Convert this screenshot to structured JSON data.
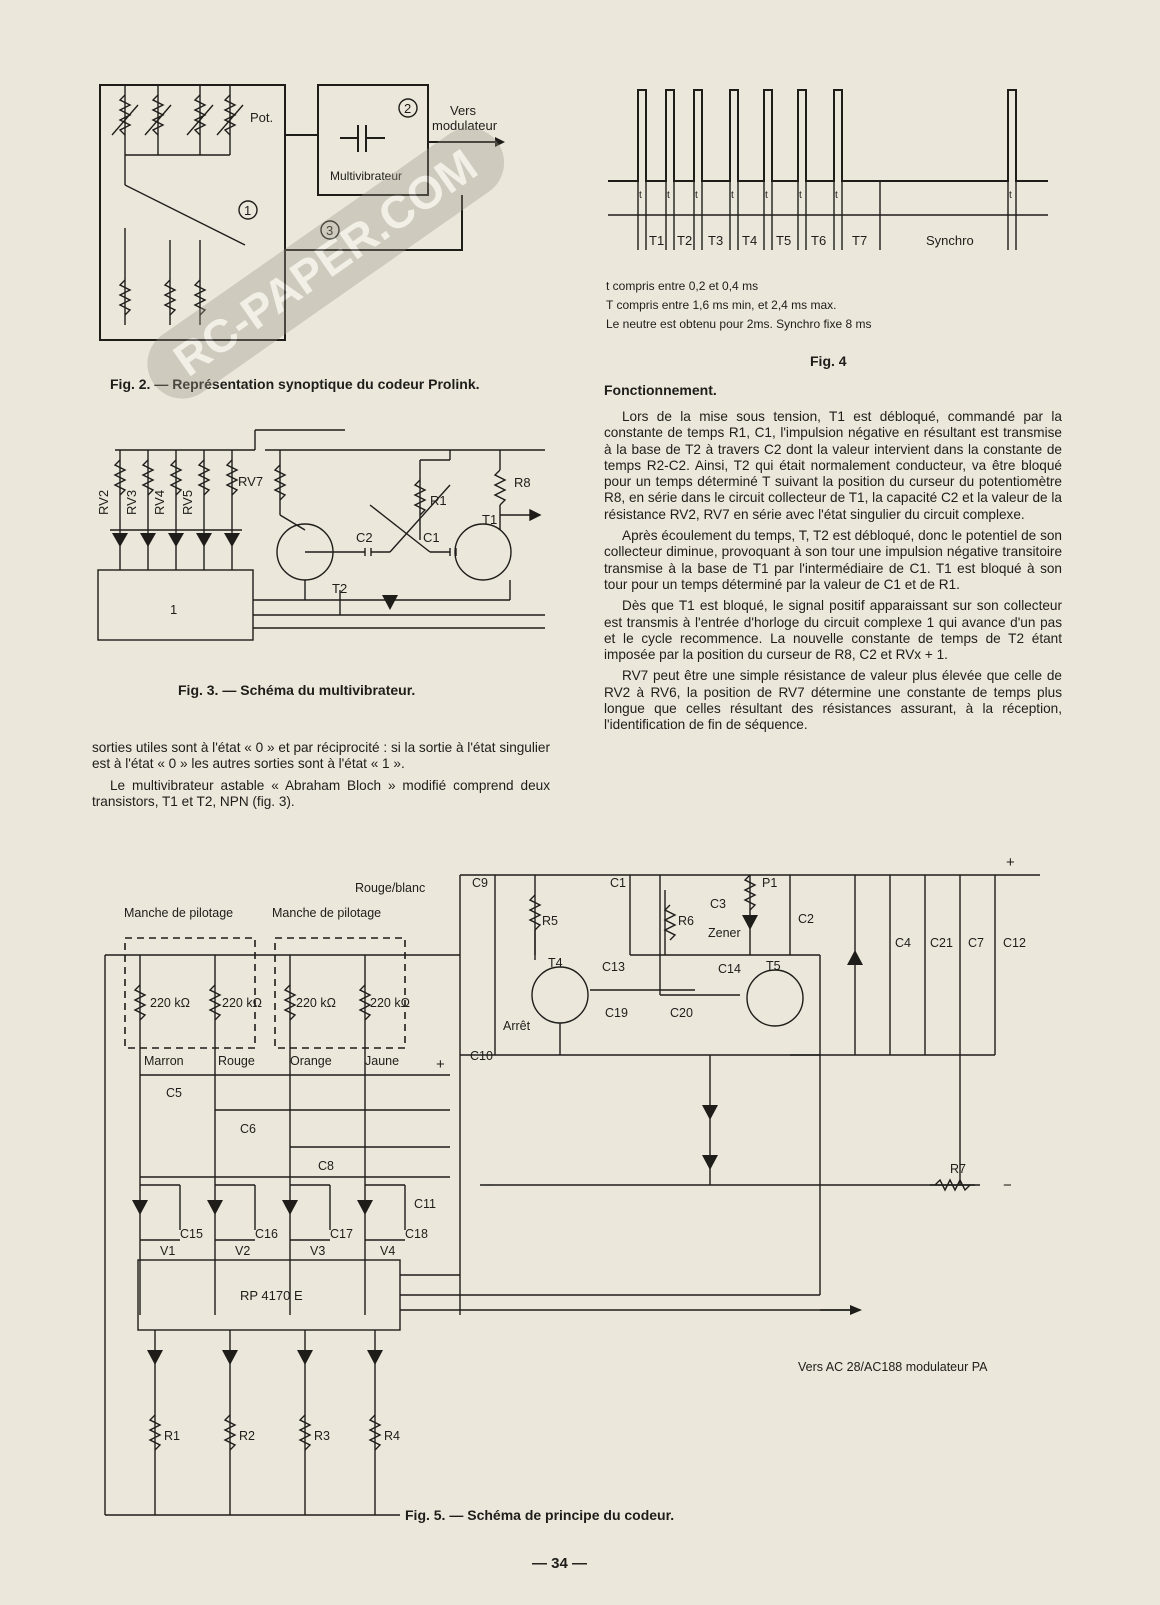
{
  "fig2": {
    "caption": "Fig. 2. — Représentation synoptique du codeur Prolink.",
    "label_pot": "Pot.",
    "label_multivibrateur": "Multivibrateur",
    "label_vers": "Vers",
    "label_modulateur": "modulateur",
    "node_1": "1",
    "node_2": "2",
    "node_3": "3"
  },
  "fig3": {
    "caption": "Fig. 3. — Schéma du multivibrateur.",
    "rv_labels": [
      "RV2",
      "RV3",
      "RV4",
      "RV5"
    ],
    "rv7": "RV7",
    "r1": "R1",
    "r8": "R8",
    "c1": "C1",
    "c2": "C2",
    "t1": "T1",
    "t2": "T2",
    "block": "1"
  },
  "fig4": {
    "caption": "Fig. 4",
    "intervals": [
      "T1",
      "T2",
      "T3",
      "T4",
      "T5",
      "T6",
      "T7",
      "Synchro"
    ],
    "tick": "t",
    "notes": [
      "t compris entre 0,2 et 0,4 ms",
      "T compris entre 1,6 ms min, et 2,4 ms max.",
      "Le neutre est obtenu pour 2ms. Synchro fixe 8 ms"
    ]
  },
  "left_text": [
    "sorties utiles sont à l'état « 0 » et par réciprocité : si la sortie à l'état singulier est à l'état « 0 » les autres sorties sont à l'état « 1 ».",
    "Le multivibrateur astable « Abraham Bloch » modifié comprend deux transistors, T1 et T2, NPN (fig. 3)."
  ],
  "right_text": {
    "heading": "Fonctionnement.",
    "paragraphs": [
      "Lors de la mise sous tension, T1 est débloqué, commandé par la constante de temps R1, C1, l'impulsion négative en résultant est transmise à la base de T2 à travers C2 dont la valeur intervient dans la constante de temps R2-C2. Ainsi, T2 qui était normalement conducteur, va être bloqué pour un temps déterminé T suivant la position du curseur du potentiomètre R8, en série dans le circuit collecteur de T1, la capacité C2 et la valeur de la résistance RV2, RV7 en série avec l'état singulier du circuit complexe.",
      "Après écoulement du temps, T, T2 est débloqué, donc le potentiel de son collecteur diminue, provoquant à son tour une impulsion négative transitoire transmise à la base de T1 par l'intermédiaire de C1. T1 est bloqué à son tour pour un temps déterminé par la valeur de C1 et de R1.",
      "Dès que T1 est bloqué, le signal positif apparaissant sur son collecteur est transmis à l'entrée d'horloge du circuit complexe 1 qui avance d'un pas et le cycle recommence. La nouvelle constante de temps de T2 étant imposée par la position du curseur de R8, C2 et RVx + 1.",
      "RV7 peut être une simple résistance de valeur plus élevée que celle de RV2 à RV6, la position de RV7 détermine une constante de temps plus longue que celles résultant des résistances assurant, à la réception, l'identification de fin de séquence."
    ]
  },
  "fig5": {
    "caption": "Fig. 5. — Schéma de principe du codeur.",
    "manche_1": "Manche de pilotage",
    "manche_2": "Manche de pilotage",
    "rouge_blanc": "Rouge/blanc",
    "pots": [
      "220 kΩ",
      "220 kΩ",
      "220 kΩ",
      "220 kΩ"
    ],
    "wires": [
      "Marron",
      "Rouge",
      "Orange",
      "Jaune"
    ],
    "caps_left": [
      "C5",
      "C6",
      "C8",
      "C11"
    ],
    "caps_diodes": [
      "C15",
      "C16",
      "C17",
      "C18"
    ],
    "v_labels": [
      "V1",
      "V2",
      "V3",
      "V4"
    ],
    "ic": "RP 4170 E",
    "resistors": [
      "R1",
      "R2",
      "R3",
      "R4"
    ],
    "c9": "C9",
    "c10": "C10",
    "c13": "C13",
    "c19": "C19",
    "c20": "C20",
    "c1": "C1",
    "c3": "C3",
    "c14": "C14",
    "c2": "C2",
    "c4": "C4",
    "c21": "C21",
    "c7": "C7",
    "c12": "C12",
    "r5": "R5",
    "r6": "R6",
    "r7": "R7",
    "p1": "P1",
    "t4": "T4",
    "t5": "T5",
    "zener": "Zener",
    "arret": "Arrêt",
    "plus": "+",
    "minus": "−",
    "output": "Vers AC 28/AC188 modulateur PA"
  },
  "watermark": "RC-PAPER.COM",
  "page_number": "— 34 —"
}
